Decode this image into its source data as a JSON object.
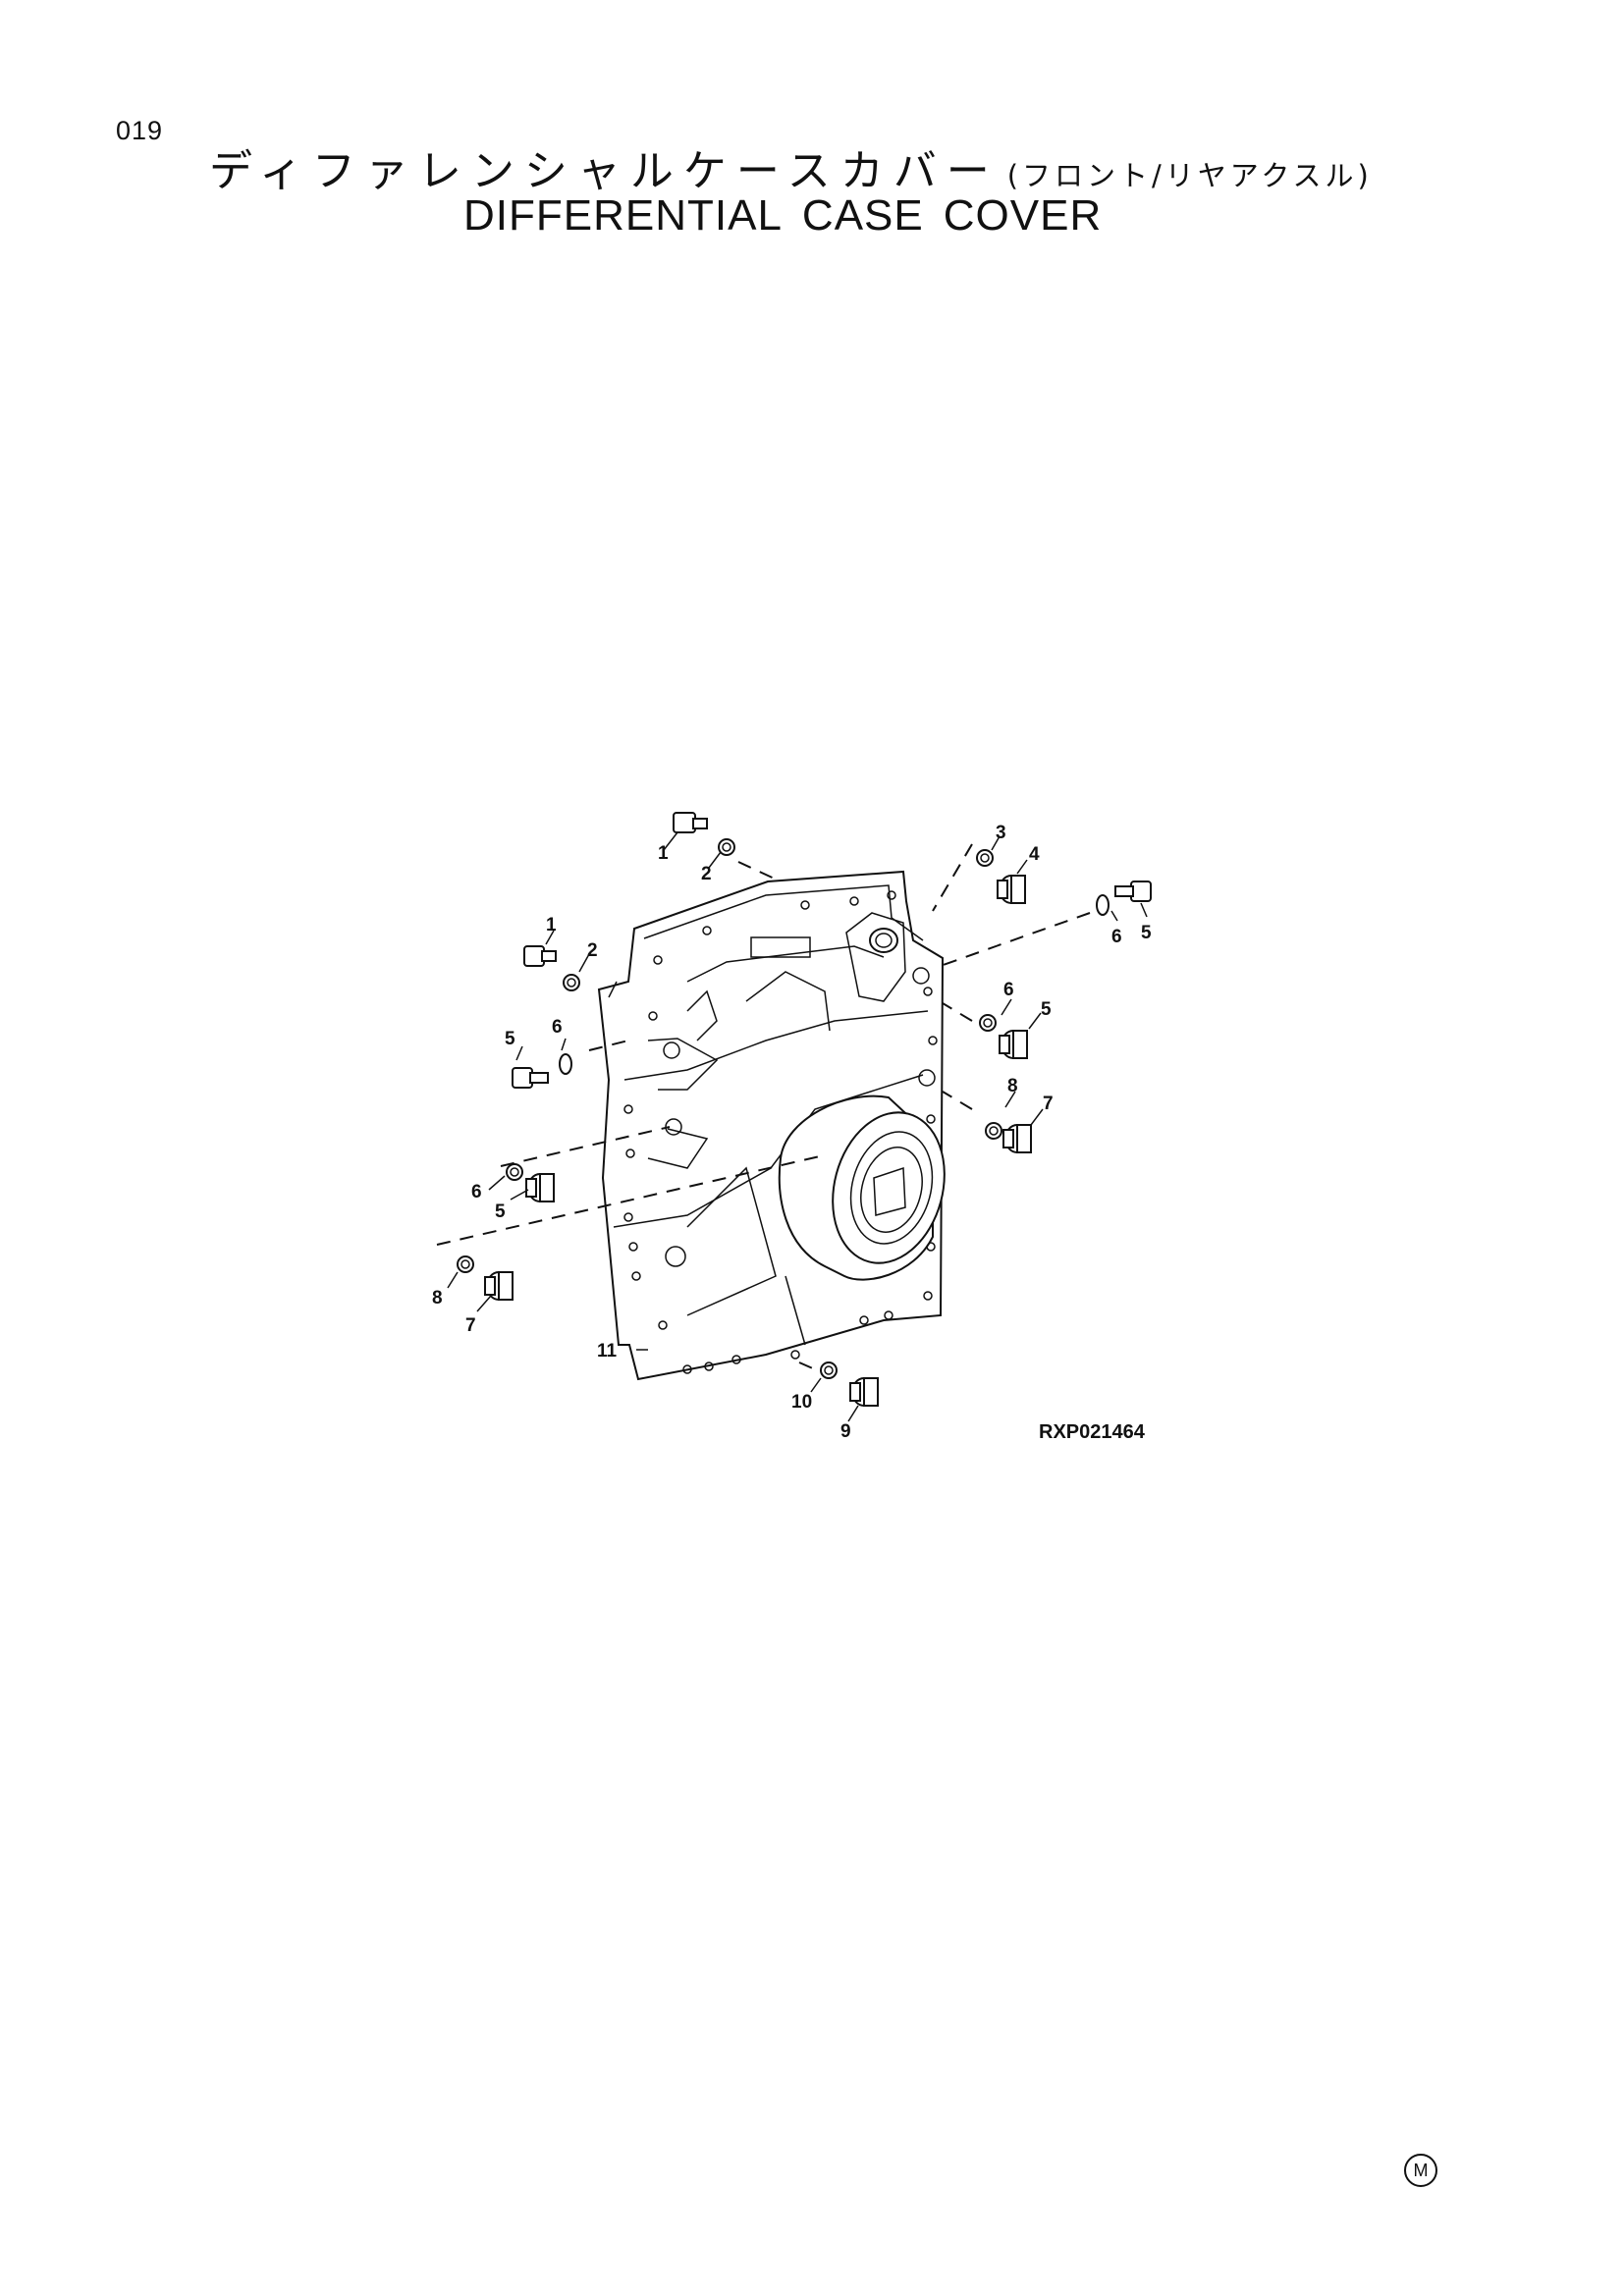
{
  "page_number": "019",
  "title_jp": "ディファレンシャルケースカバー",
  "title_jp_sub": "(フロント/リヤアクスル)",
  "title_en_words": [
    "DIFFERENTIAL",
    "CASE",
    "COVER"
  ],
  "figure_id": "RXP021464",
  "mark": "M",
  "callouts": [
    "1",
    "2",
    "1",
    "2",
    "3",
    "4",
    "6",
    "5",
    "6",
    "5",
    "5",
    "6",
    "8",
    "7",
    "6",
    "5",
    "8",
    "7",
    "11",
    "10",
    "9"
  ]
}
